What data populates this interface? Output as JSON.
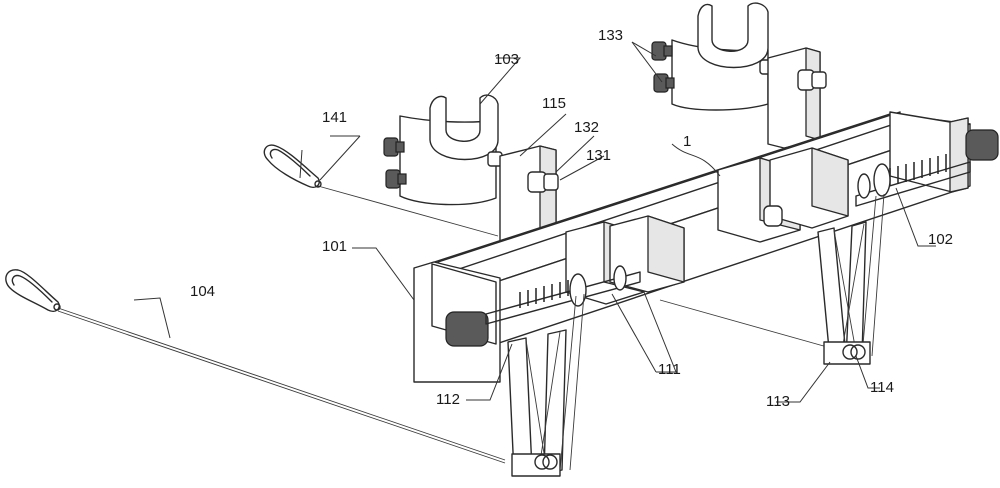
{
  "labels": {
    "l1": "1",
    "l101": "101",
    "l102": "102",
    "l103": "103",
    "l104": "104",
    "l111": "111",
    "l112": "112",
    "l113": "113",
    "l114": "114",
    "l115": "115",
    "l131": "131",
    "l132": "132",
    "l133": "133",
    "l141": "141"
  }
}
